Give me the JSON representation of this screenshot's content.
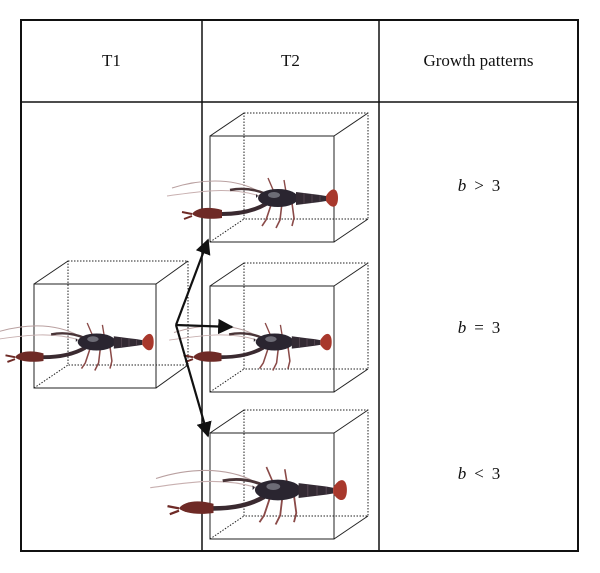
{
  "table": {
    "headers": [
      "T1",
      "T2",
      "Growth patterns"
    ],
    "patterns": [
      {
        "variable": "b",
        "operator": ">",
        "value": "3"
      },
      {
        "variable": "b",
        "operator": "=",
        "value": "3"
      },
      {
        "variable": "b",
        "operator": "<",
        "value": "3"
      }
    ]
  },
  "colors": {
    "border": "#111111",
    "crayfish_body": "#2a2530",
    "crayfish_claw": "#6e2a26",
    "crayfish_tail": "#a8382c"
  },
  "icons": [
    "crayfish-image",
    "tank-cube",
    "arrow"
  ]
}
